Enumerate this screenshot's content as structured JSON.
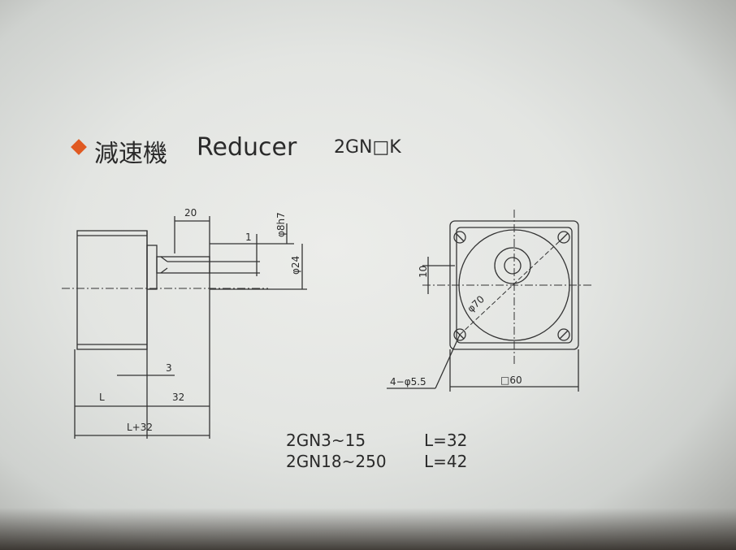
{
  "heading": {
    "title_zh": "減速機",
    "title_en": "Reducer",
    "model": "2GN□K",
    "accent_color": "#e05a22"
  },
  "side_view": {
    "dim_20": "20",
    "dim_1": "1",
    "dim_shaft": "φ8h7",
    "dim_pilot": "φ24",
    "dim_3": "3",
    "dim_L": "L",
    "dim_32": "32",
    "dim_total": "L+32"
  },
  "front_view": {
    "dim_10": "10",
    "dim_pcd": "φ70",
    "dim_holes": "4−φ5.5",
    "dim_square": "□60"
  },
  "specs": [
    {
      "model": "2GN3~15",
      "length": "L=32"
    },
    {
      "model": "2GN18~250",
      "length": "L=42"
    }
  ]
}
